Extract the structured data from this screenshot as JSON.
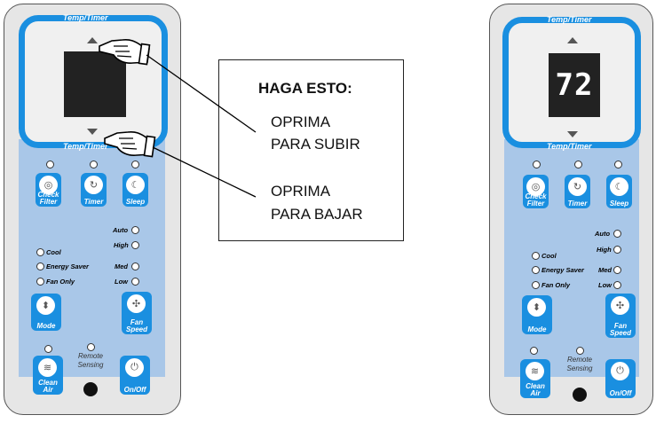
{
  "panel": {
    "temp_timer_label": "Temp/Timer",
    "buttons": {
      "check_filter": "Check Filter",
      "timer": "Timer",
      "sleep": "Sleep",
      "mode": "Mode",
      "fan_speed": "Fan Speed",
      "clean_air": "Clean Air",
      "on_off": "On/Off"
    },
    "modes": [
      "Cool",
      "Energy Saver",
      "Fan Only"
    ],
    "fan_levels": [
      "Auto",
      "High",
      "Med",
      "Low"
    ],
    "remote_sensing": "Remote Sensing"
  },
  "display_value": "72",
  "callout": {
    "title": "HAGA ESTO:",
    "up_line1": "OPRIMA",
    "up_line2": "PARA SUBIR",
    "down_line1": "OPRIMA",
    "down_line2": "PARA BAJAR"
  },
  "colors": {
    "accent": "#1a8fe0",
    "panel_blue": "#a9c7e8",
    "panel_gray": "#e6e6e6"
  }
}
